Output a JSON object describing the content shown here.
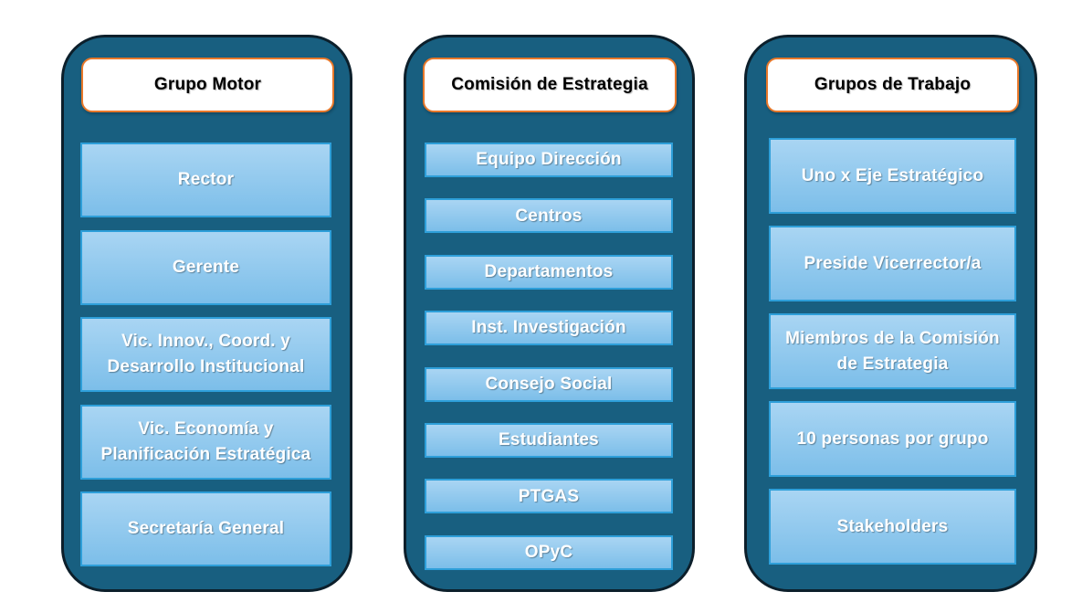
{
  "page": {
    "background": "#FFFFFF"
  },
  "colors": {
    "container_fill": "#185F80",
    "container_border": "#0C1F2B",
    "item_fill_top": "#A9D5F3",
    "item_fill_bottom": "#7CBEE9",
    "item_border": "#2E9FD9",
    "item_text": "#FFFFFF",
    "header_bg": "#FFFFFF",
    "header_border": "#E8782A",
    "header_text": "#000000"
  },
  "columns": [
    {
      "title": "Grupo Motor",
      "items": [
        "Rector",
        "Gerente",
        "Vic. Innov., Coord. y Desarrollo Institucional",
        "Vic. Economía y Planificación Estratégica",
        "Secretaría General"
      ]
    },
    {
      "title": "Comisión de Estrategia",
      "items": [
        "Equipo Dirección",
        "Centros",
        "Departamentos",
        "Inst. Investigación",
        "Consejo Social",
        "Estudiantes",
        "PTGAS",
        "OPyC"
      ]
    },
    {
      "title": "Grupos de Trabajo",
      "items": [
        "Uno x Eje Estratégico",
        "Preside Vicerrector/a",
        "Miembros de la Comisión de Estrategia",
        "10 personas por grupo",
        "Stakeholders"
      ]
    }
  ]
}
